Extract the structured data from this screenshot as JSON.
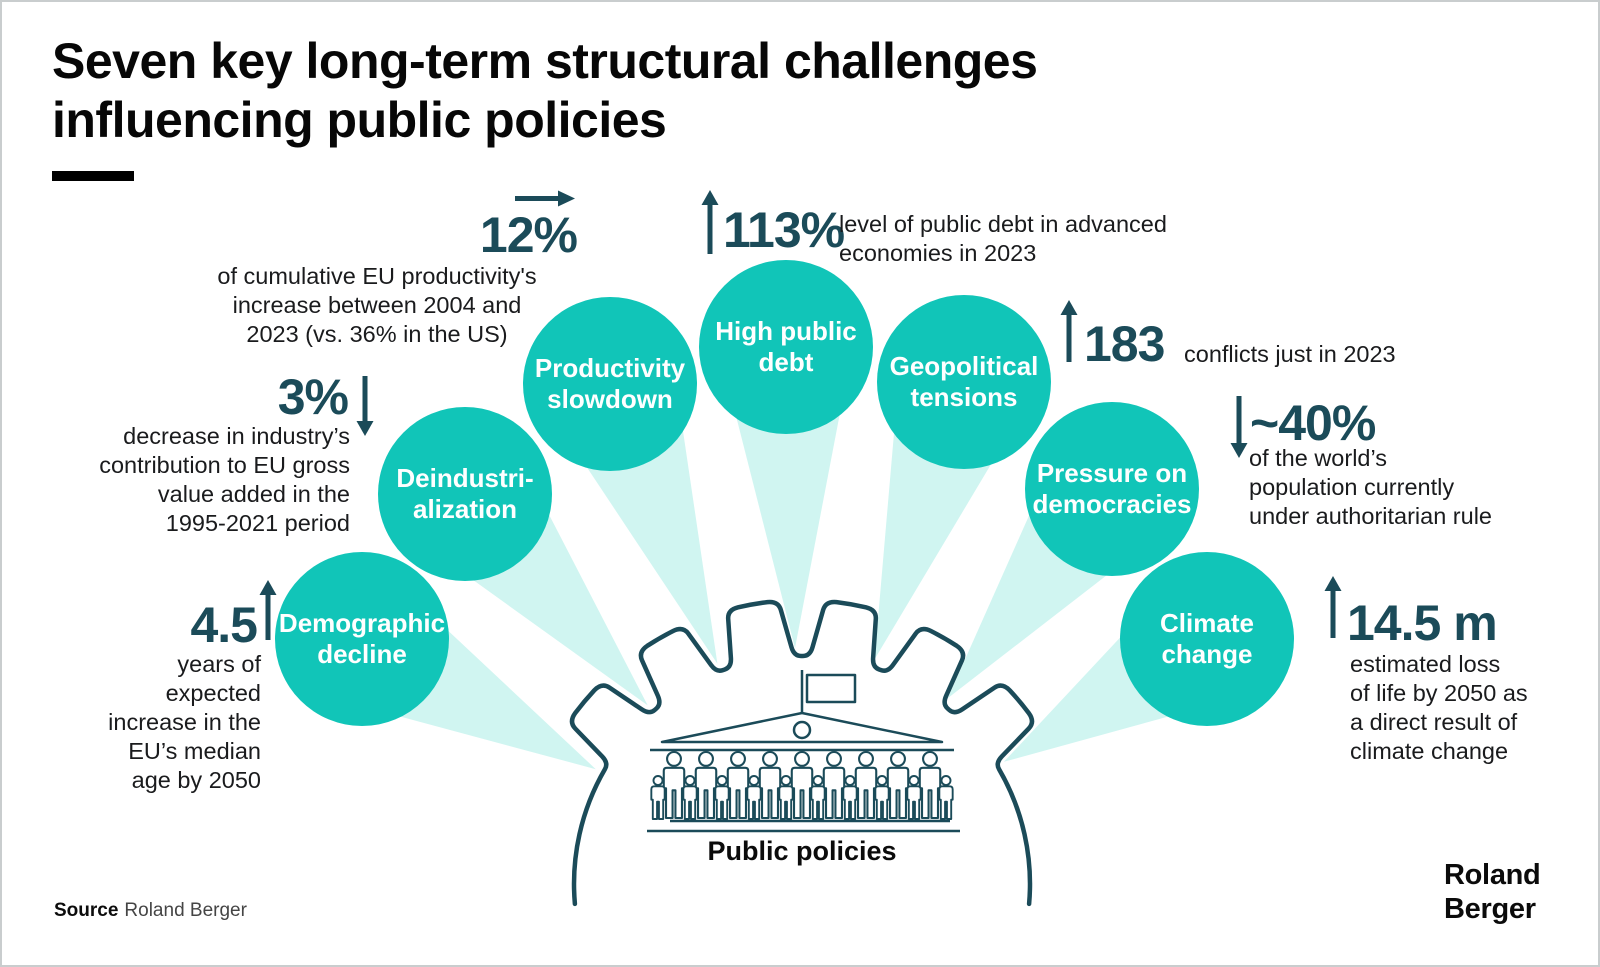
{
  "title": {
    "line1": "Seven key long-term structural challenges",
    "line2": "influencing public policies"
  },
  "center_label": "Public policies",
  "source": {
    "label": "Source",
    "value": "Roland Berger"
  },
  "logo": {
    "line1": "Roland",
    "line2": "Berger"
  },
  "colors": {
    "teal": "#11C5B8",
    "dark_teal": "#1B4B59",
    "beam": "#D0F5F1"
  },
  "challenges": [
    {
      "name": "Demographic decline",
      "label_line1": "Demographic",
      "label_line2": "decline",
      "stat": {
        "value": "4.5",
        "direction": "up",
        "lines": [
          "years of",
          "expected",
          "increase in the",
          "EU’s median",
          "age by 2050"
        ]
      }
    },
    {
      "name": "Deindustrialization",
      "label_line1": "Deindustri-",
      "label_line2": "alization",
      "stat": {
        "value": "3%",
        "direction": "down",
        "lines": [
          "decrease in industry’s",
          "contribution to EU gross",
          "value added in the",
          "1995-2021 period"
        ]
      }
    },
    {
      "name": "Productivity slowdown",
      "label_line1": "Productivity",
      "label_line2": "slowdown",
      "stat": {
        "value": "12%",
        "direction": "right",
        "lines": [
          "of cumulative EU productivity's",
          "increase between 2004 and",
          "2023 (vs. 36% in the US)"
        ]
      }
    },
    {
      "name": "High public debt",
      "label_line1": "High public",
      "label_line2": "debt",
      "stat": {
        "value": "113%",
        "direction": "up",
        "lines": [
          "level of public debt in advanced",
          "economies in 2023"
        ]
      }
    },
    {
      "name": "Geopolitical tensions",
      "label_line1": "Geopolitical",
      "label_line2": "tensions",
      "stat": {
        "value": "183",
        "direction": "up",
        "lines": [
          "conflicts just in 2023"
        ]
      }
    },
    {
      "name": "Pressure on democracies",
      "label_line1": "Pressure on",
      "label_line2": "democracies",
      "stat": {
        "value": "~40%",
        "direction": "down",
        "lines": [
          "of the world’s",
          "population currently",
          "under authoritarian rule"
        ]
      }
    },
    {
      "name": "Climate change",
      "label_line1": "Climate",
      "label_line2": "change",
      "stat": {
        "value": "14.5 m",
        "direction": "up",
        "lines": [
          "estimated loss",
          "of life by 2050 as",
          "a direct result of",
          "climate change"
        ]
      }
    }
  ]
}
